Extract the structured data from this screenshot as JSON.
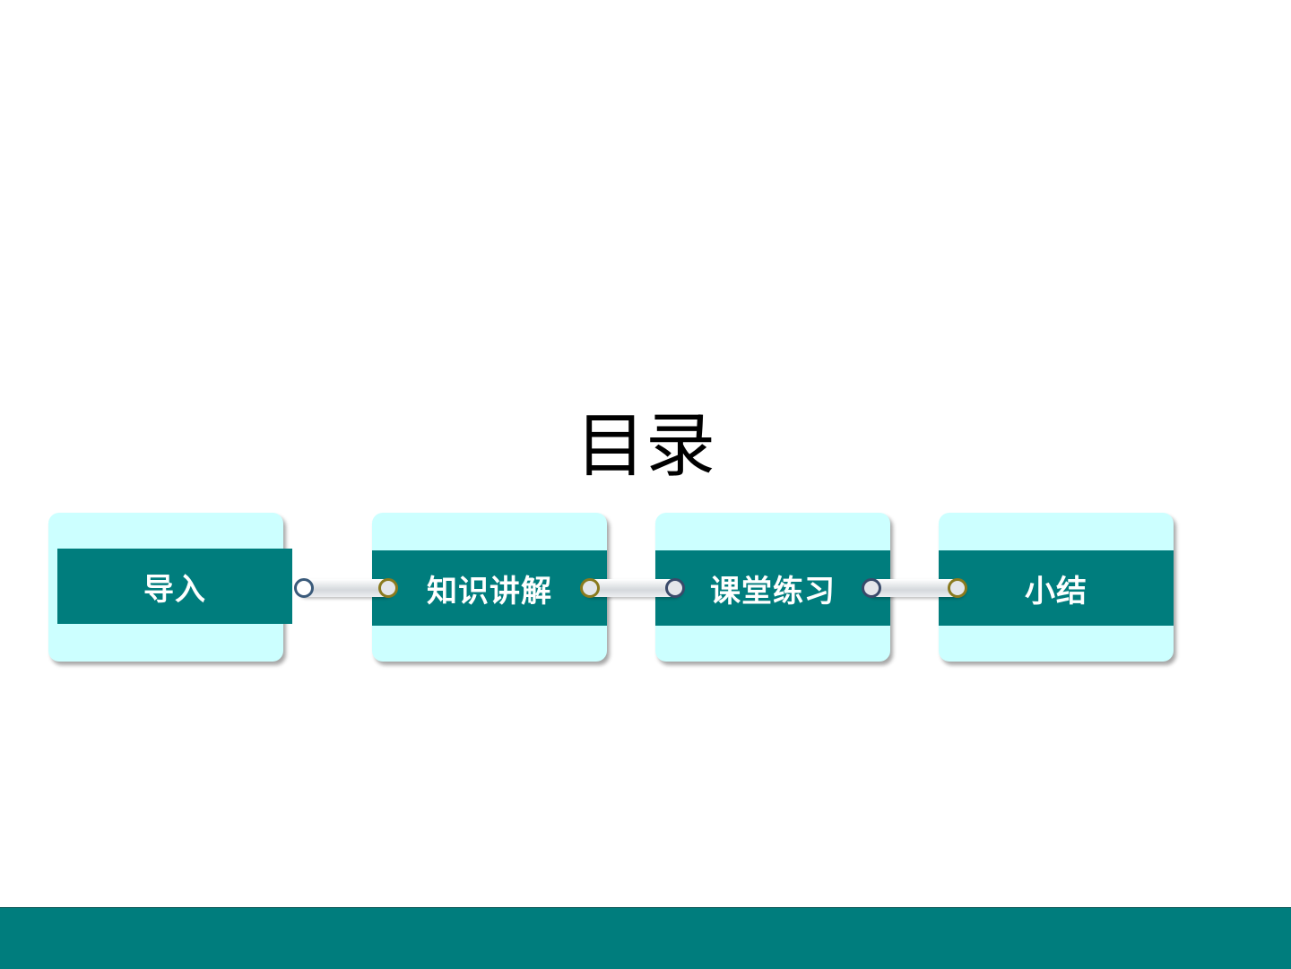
{
  "title": "目录",
  "sections": [
    {
      "label": "导入"
    },
    {
      "label": "知识讲解"
    },
    {
      "label": "课堂练习"
    },
    {
      "label": "小结"
    }
  ],
  "colors": {
    "band": "#007d7d",
    "card": "#ccffff",
    "footer": "#007d7d"
  }
}
